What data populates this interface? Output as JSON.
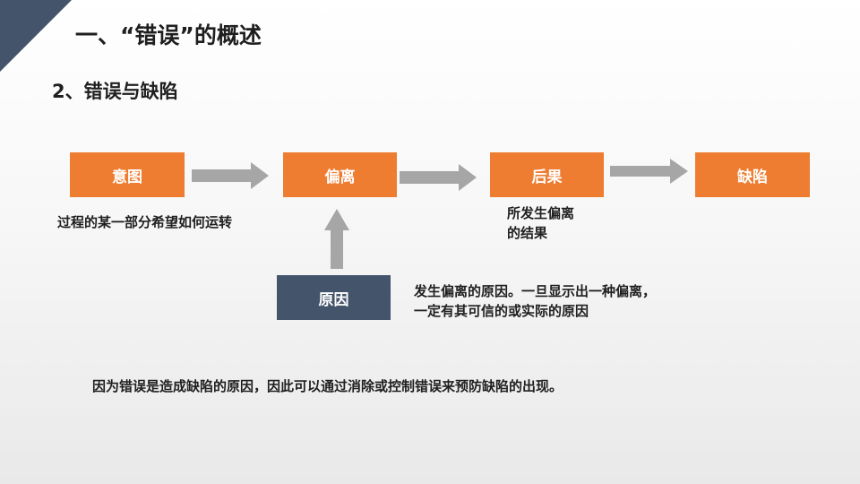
{
  "heading": "一、“错误”的概述",
  "subheading": "2、错误与缺陷",
  "flow": {
    "box1": "意图",
    "box2": "偏离",
    "box3": "后果",
    "box4": "缺陷",
    "cause": "原因"
  },
  "notes": {
    "intent": "过程的某一部分希望如何运转",
    "result_line1": "所发生偏离",
    "result_line2": "的结果",
    "cause_line1": "发生偏离的原因。一旦显示出一种偏离，",
    "cause_line2": "一定有其可信的或实际的原因"
  },
  "conclusion": "因为错误是造成缺陷的原因，因此可以通过消除或控制错误来预防缺陷的出现。",
  "colors": {
    "accent": "#ee7d31",
    "dark": "#44546a",
    "arrow": "#a6a6a6"
  }
}
